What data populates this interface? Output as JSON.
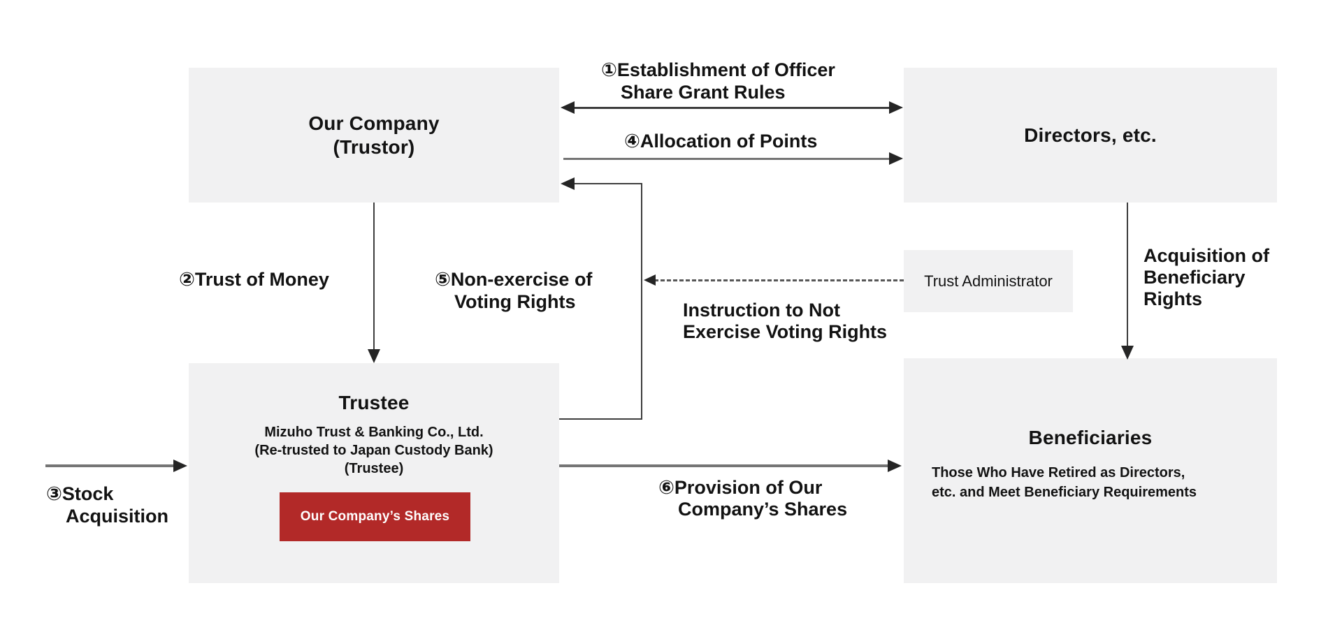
{
  "boxes": {
    "our_company": {
      "title_line1": "Our Company",
      "title_line2": "(Trustor)"
    },
    "directors": {
      "title": "Directors, etc."
    },
    "trust_admin": {
      "title": "Trust Administrator"
    },
    "trustee": {
      "title": "Trustee",
      "sub_line1": "Mizuho Trust & Banking Co., Ltd.",
      "sub_line2": "(Re-trusted to Japan Custody Bank)",
      "sub_line3": "(Trustee)",
      "shares_label": "Our Company’s Shares"
    },
    "beneficiaries": {
      "title": "Beneficiaries",
      "desc_line1": "Those Who Have Retired as Directors,",
      "desc_line2": "etc. and Meet Beneficiary Requirements"
    }
  },
  "labels": {
    "step1_line1": "①Establishment of Officer",
    "step1_line2": "Share Grant Rules",
    "step2": "②Trust of Money",
    "step3_line1": "③Stock",
    "step3_line2": "Acquisition",
    "step4": "④Allocation of Points",
    "step5_line1": "⑤Non-exercise of",
    "step5_line2": "Voting Rights",
    "step6_line1": "⑥Provision of Our",
    "step6_line2": "Company’s Shares",
    "instruction_line1": "Instruction to Not",
    "instruction_line2": "Exercise Voting Rights",
    "acquisition_line1": "Acquisition of",
    "acquisition_line2": "Beneficiary",
    "acquisition_line3": "Rights"
  },
  "colors": {
    "box_background": "#f1f1f2",
    "shares_background": "#b22928",
    "arrow_dark": "#3d3d3d",
    "arrow_gray": "#757575",
    "text": "#121212"
  }
}
